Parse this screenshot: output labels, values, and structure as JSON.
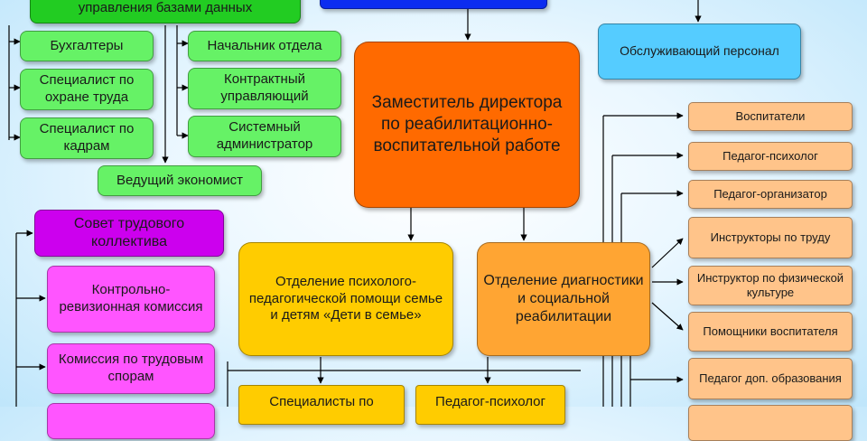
{
  "nodes": {
    "db_manager": "управления базами данных",
    "deputy": "Заместитель директора по реабилитационно-воспитательной работе",
    "service_staff": "Обслуживающий персонал",
    "accountants": "Бухгалтеры",
    "labor_safety": "Специалист по охране труда",
    "hr_specialist": "Специалист по кадрам",
    "dept_head": "Начальник отдела",
    "contract_manager": "Контрактный управляющий",
    "sysadmin": "Системный администратор",
    "lead_economist": "Ведущий экономист",
    "labor_council": "Совет трудового коллектива",
    "audit_commission": "Контрольно-ревизионная комиссия",
    "labor_disputes": "Комиссия по трудовым спорам",
    "psych_dept": "Отделение психолого-педагогической помощи семье и детям «Дети в семье»",
    "diag_dept": "Отделение диагностики и социальной реабилитации",
    "specialists": "Специалисты по",
    "psychologist_partial": "Педагог-психолог",
    "educators": "Воспитатели",
    "psychologist": "Педагог-психолог",
    "organizer": "Педагог-организатор",
    "labor_instructors": "Инструкторы по труду",
    "pe_instructor": "Инструктор по физической культуре",
    "educator_assistants": "Помощники воспитателя",
    "extra_ed_teacher": "Педагог доп. образования"
  }
}
